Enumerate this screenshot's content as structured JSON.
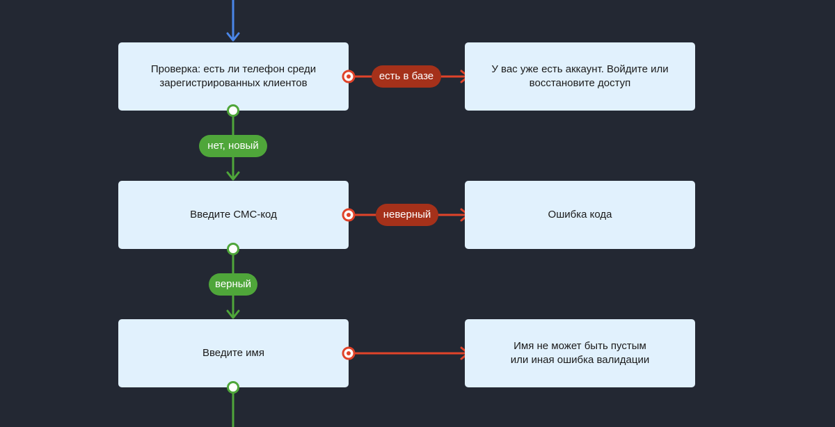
{
  "colors": {
    "background": "#232833",
    "node_fill": "#e1f1fd",
    "entry_arrow": "#4a86e8",
    "success": "#4fa63a",
    "error_line": "#e0432a",
    "error_badge": "#a5311a"
  },
  "nodes": {
    "phone_check": "Проверка: есть ли телефон среди\nзарегистрированных клиентов",
    "account_exists": "У вас уже есть аккаунт. Войдите или\nвосстановите доступ",
    "enter_sms_code": "Введите СМС-код",
    "code_error": "Ошибка кода",
    "enter_name": "Введите имя",
    "name_error": "Имя не может быть пустым\nили иная ошибка валидации"
  },
  "edge_labels": {
    "in_database": "есть в базе",
    "new_user": "нет, новый",
    "wrong_code": "неверный",
    "correct_code": "верный"
  }
}
